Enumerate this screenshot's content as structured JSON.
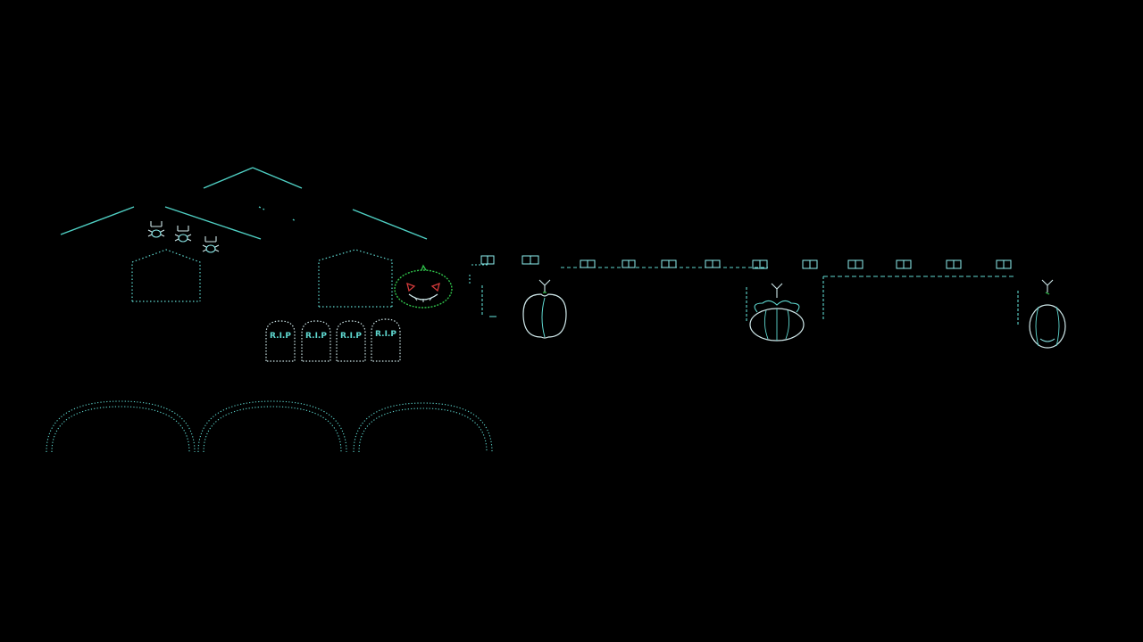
{
  "colors": {
    "background": "#000000",
    "teal": "#5fd8d0",
    "cyan": "#8ef0f0",
    "white": "#cfe8ea",
    "green": "#2fc24a",
    "red": "#d23a3a",
    "dim": "#4aa8a0"
  },
  "tombstones": [
    {
      "label": "R.I.P"
    },
    {
      "label": "R.I.P"
    },
    {
      "label": "R.I.P"
    },
    {
      "label": "R.I.P"
    }
  ]
}
